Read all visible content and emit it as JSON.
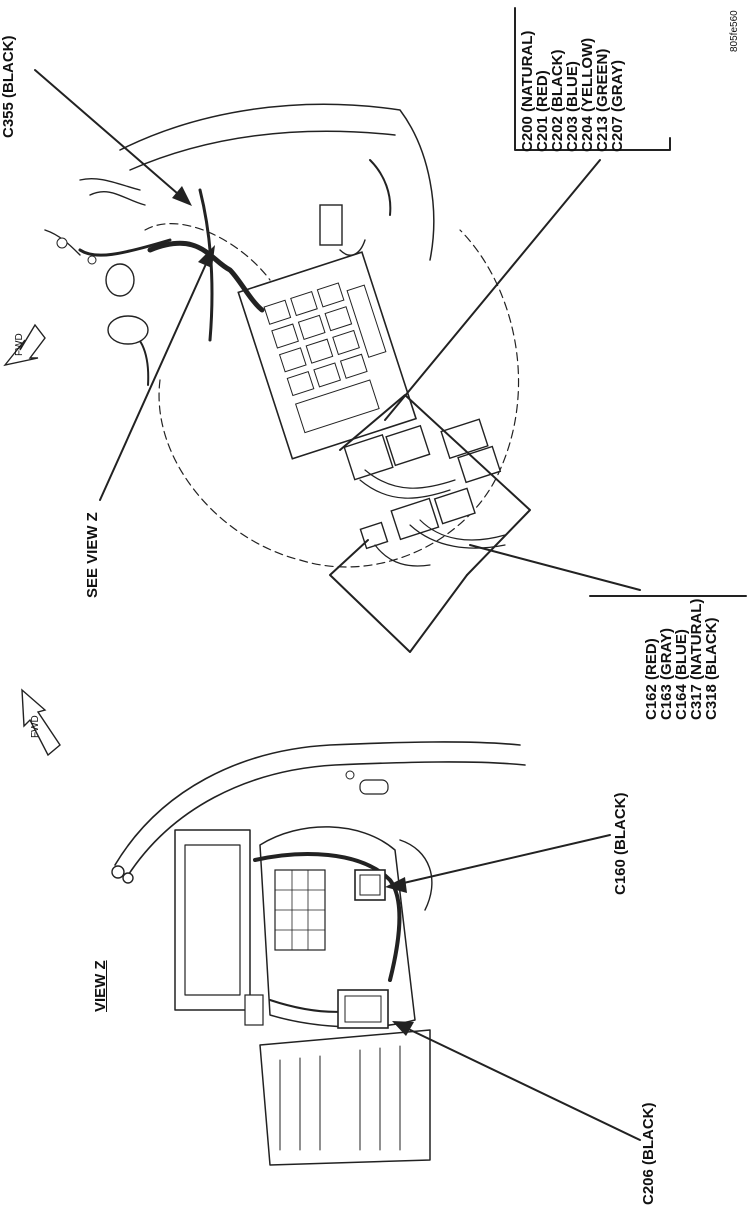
{
  "figure_id": "805fe560",
  "top": {
    "connector_top": "C355 (BLACK)",
    "see_view": "SEE VIEW Z",
    "fwd": "FWD",
    "bracket_upper": [
      "C200 (NATURAL)",
      "C201 (RED)",
      "C202 (BLACK)",
      "C203 (BLUE)",
      "C204 (YELLOW)",
      "C213 (GREEN)",
      "C207 (GRAY)"
    ],
    "bracket_lower": [
      "C162 (RED)",
      "C163 (GRAY)",
      "C164 (BLUE)",
      "C317 (NATURAL)",
      "C318 (BLACK)"
    ]
  },
  "bottom": {
    "view_title": "VIEW Z",
    "fwd": "FWD",
    "connector_a": "C160 (BLACK)",
    "connector_b": "C206 (BLACK)"
  }
}
